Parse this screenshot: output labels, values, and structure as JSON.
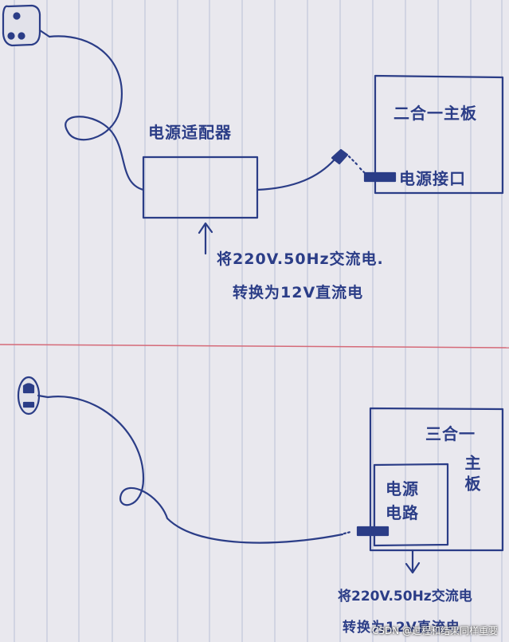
{
  "top_diagram": {
    "adapter_label": "电源适配器",
    "board_label": "二合一主板",
    "power_port_label": "电源接口",
    "annotation_line1": "将220V.50Hz交流电.",
    "annotation_line2": "转换为12V直流电"
  },
  "bottom_diagram": {
    "board_label_line1": "三合一",
    "board_label_vertical": "主板",
    "power_circuit_line1": "电源",
    "power_circuit_line2": "电路",
    "annotation_line1": "将220V.50Hz交流电",
    "annotation_line2": "转换为12V直流电"
  },
  "watermark": "CSDN @过程和结果同样重要",
  "colors": {
    "ink": "#2b3d87",
    "paper": "#e9e8ee",
    "rule_line": "#b9bfd6",
    "margin_line": "#d56a78"
  }
}
